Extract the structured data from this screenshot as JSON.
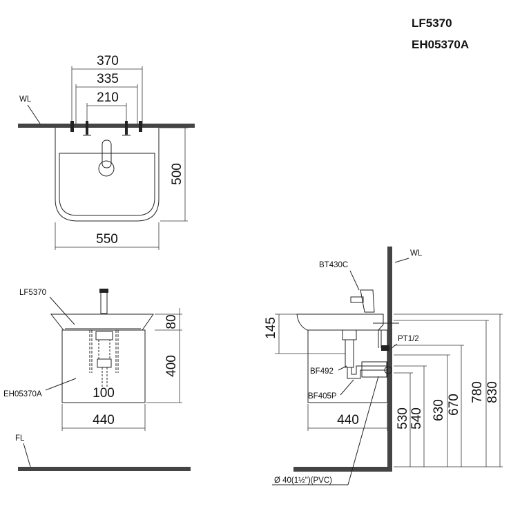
{
  "model_codes": [
    "LF5370",
    "EH05370A"
  ],
  "top_view": {
    "wall_label": "WL",
    "dims": {
      "width_370": "370",
      "width_335": "335",
      "width_210": "210",
      "depth": "500",
      "width": "550"
    }
  },
  "front_view": {
    "basin_label": "LF5370",
    "cabinet_label": "EH05370A",
    "floor_label": "FL",
    "dims": {
      "basin_height": "80",
      "cabinet_height": "400",
      "pipe_offset": "100",
      "cabinet_width": "440"
    }
  },
  "side_view": {
    "wall_label": "WL",
    "faucet_label": "BT430C",
    "supply_label": "PT1/2",
    "drain_label": "BF492",
    "trap_label": "BF405P",
    "pipe_label": "Ø 40(1½\")(PVC)",
    "dims": {
      "top_height": "145",
      "cabinet_width": "440",
      "h530": "530",
      "h540": "540",
      "h630": "630",
      "h670": "670",
      "h780": "780",
      "h830": "830"
    }
  }
}
